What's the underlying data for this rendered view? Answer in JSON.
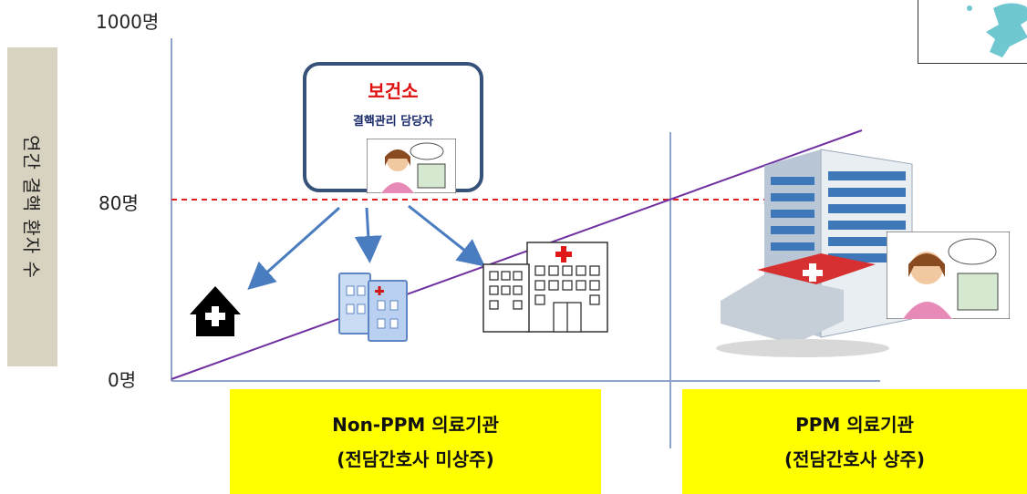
{
  "y_axis": {
    "title": "연간 결핵 환자 수",
    "ticks": [
      "1000명",
      "80명",
      "0명"
    ]
  },
  "health_center": {
    "title": "보건소",
    "subtitle": "결핵관리 담당자"
  },
  "categories": {
    "non_ppm": {
      "line1": "Non-PPM 의료기관",
      "line2": "(전담간호사 미상주)"
    },
    "ppm": {
      "line1": "PPM 의료기관",
      "line2": "(전담간호사 상주)"
    }
  },
  "colors": {
    "axis": "#8ea4c8",
    "threshold_line": "#e02020",
    "trend_line": "#7030a0",
    "arrow": "#4a7cc0",
    "callout_border": "#36527a",
    "highlight": "#ffff00"
  },
  "icons": [
    "home-clinic-icon",
    "small-hospital-icon",
    "medium-hospital-icon",
    "large-hospital-icon",
    "nurse-phone-icon",
    "map-fragment-icon"
  ]
}
